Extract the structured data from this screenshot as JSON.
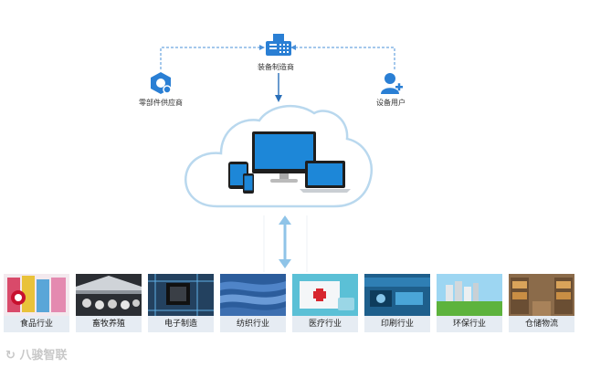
{
  "nodes": {
    "manufacturer": "装备制造商",
    "supplier": "零部件供应商",
    "user": "设备用户"
  },
  "industries": [
    {
      "label": "食品行业",
      "icon": "food-products-photo"
    },
    {
      "label": "畜牧养殖",
      "icon": "livestock-farm-photo"
    },
    {
      "label": "电子制造",
      "icon": "circuit-board-photo"
    },
    {
      "label": "纺织行业",
      "icon": "textile-fabric-photo"
    },
    {
      "label": "医疗行业",
      "icon": "medical-kit-photo"
    },
    {
      "label": "印刷行业",
      "icon": "printing-press-photo"
    },
    {
      "label": "环保行业",
      "icon": "green-city-photo"
    },
    {
      "label": "仓储物流",
      "icon": "warehouse-photo"
    }
  ],
  "watermark": "八骏智联",
  "colors": {
    "accent": "#2a7fd4",
    "connector": "#4a90d9",
    "cloud_stroke": "#b9d8ee",
    "label_bg": "#e6ecf3"
  }
}
